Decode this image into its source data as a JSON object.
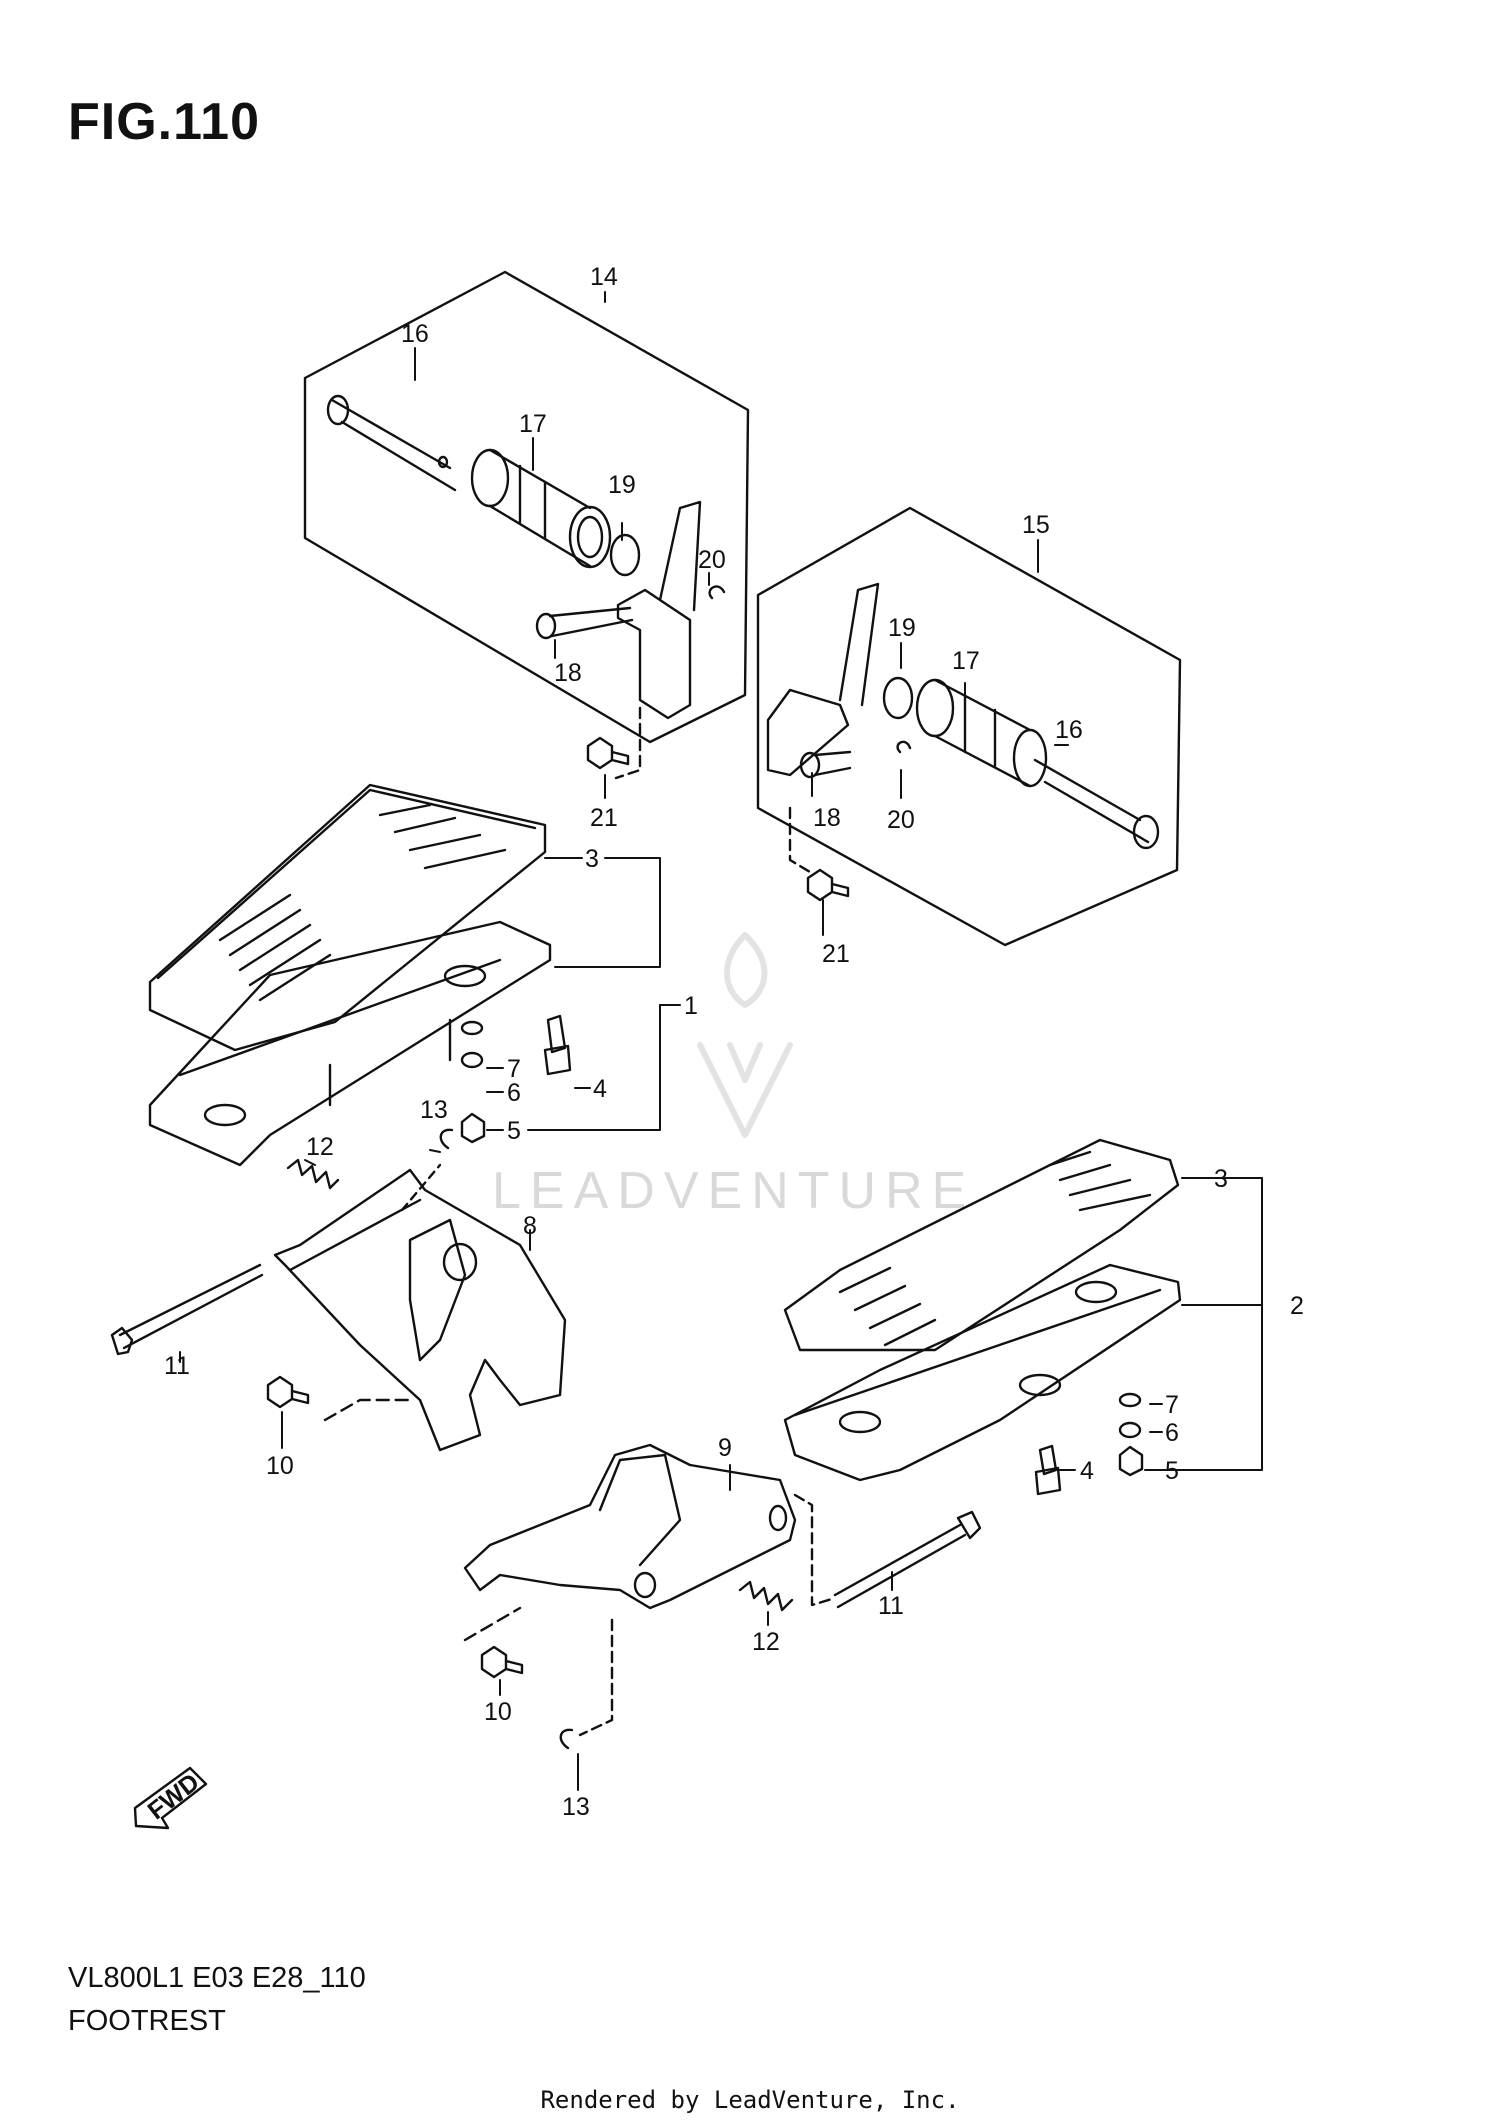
{
  "figure": {
    "title": "FIG.110"
  },
  "footer": {
    "code": "VL800L1 E03 E28_110",
    "name": "FOOTREST"
  },
  "rendered_by": "Rendered by LeadVenture, Inc.",
  "watermark": {
    "text": "LEADVENTURE"
  },
  "fwd_label": "FWD",
  "callouts": {
    "p1": "1",
    "p2": "2",
    "p3a": "3",
    "p3b": "3",
    "p4a": "4",
    "p4b": "4",
    "p5a": "5",
    "p5b": "5",
    "p6a": "6",
    "p6b": "6",
    "p7a": "7",
    "p7b": "7",
    "p8": "8",
    "p9": "9",
    "p10a": "10",
    "p10b": "10",
    "p11a": "11",
    "p11b": "11",
    "p12a": "12",
    "p12b": "12",
    "p13a": "13",
    "p13b": "13",
    "p14": "14",
    "p15": "15",
    "p16a": "16",
    "p16b": "16",
    "p17a": "17",
    "p17b": "17",
    "p18a": "18",
    "p18b": "18",
    "p19a": "19",
    "p19b": "19",
    "p20a": "20",
    "p20b": "20",
    "p21a": "21",
    "p21b": "21"
  }
}
